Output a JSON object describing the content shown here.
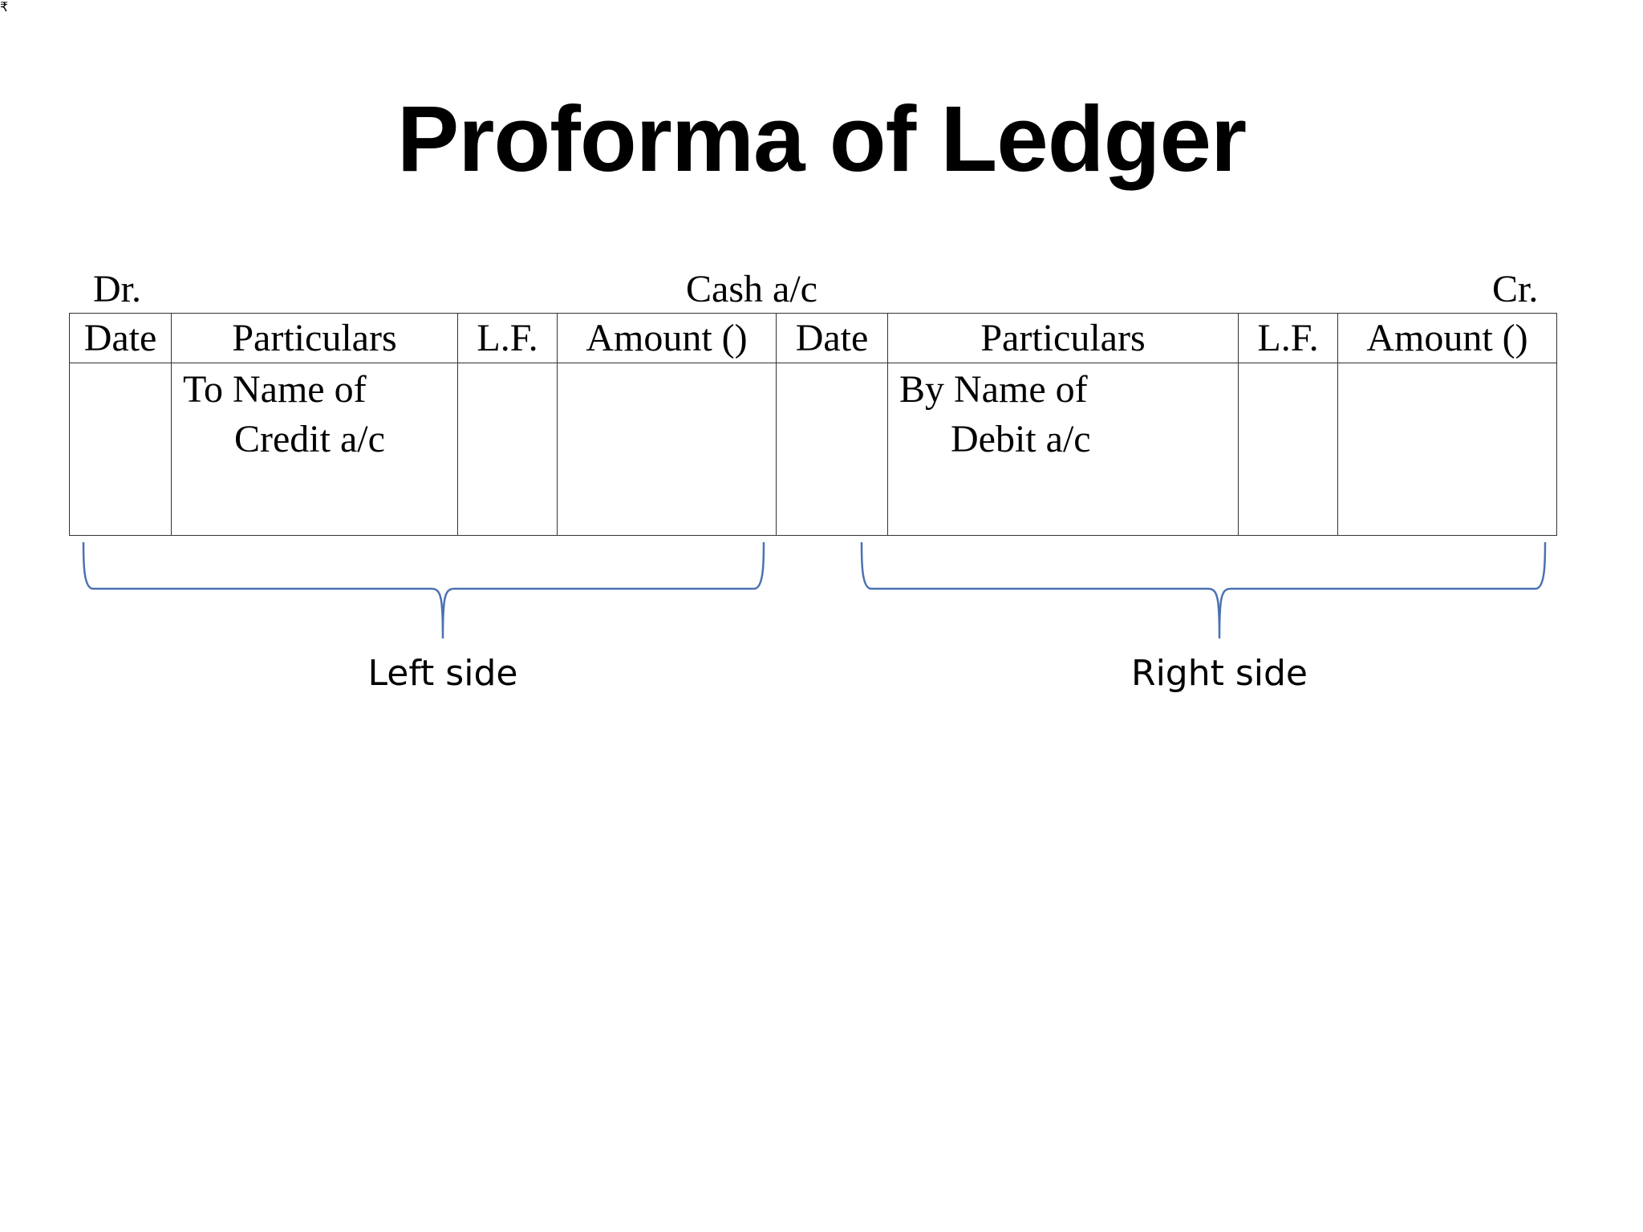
{
  "corner_mark": "₹",
  "title": "Proforma of Ledger",
  "ledger": {
    "dr_label": "Dr.",
    "account_name": "Cash a/c",
    "cr_label": "Cr.",
    "headers": [
      "Date",
      "Particulars",
      "L.F.",
      "Amount ()",
      "Date",
      "Particulars",
      "L.F.",
      "Amount ()"
    ],
    "left_entry": {
      "line1": "To Name of",
      "line2": "Credit a/c"
    },
    "right_entry": {
      "line1": "By Name of",
      "line2": "Debit  a/c"
    }
  },
  "brace_labels": {
    "left": "Left side",
    "right": "Right side"
  },
  "colors": {
    "brace": "#4a72b0",
    "table_border": "#333333"
  }
}
